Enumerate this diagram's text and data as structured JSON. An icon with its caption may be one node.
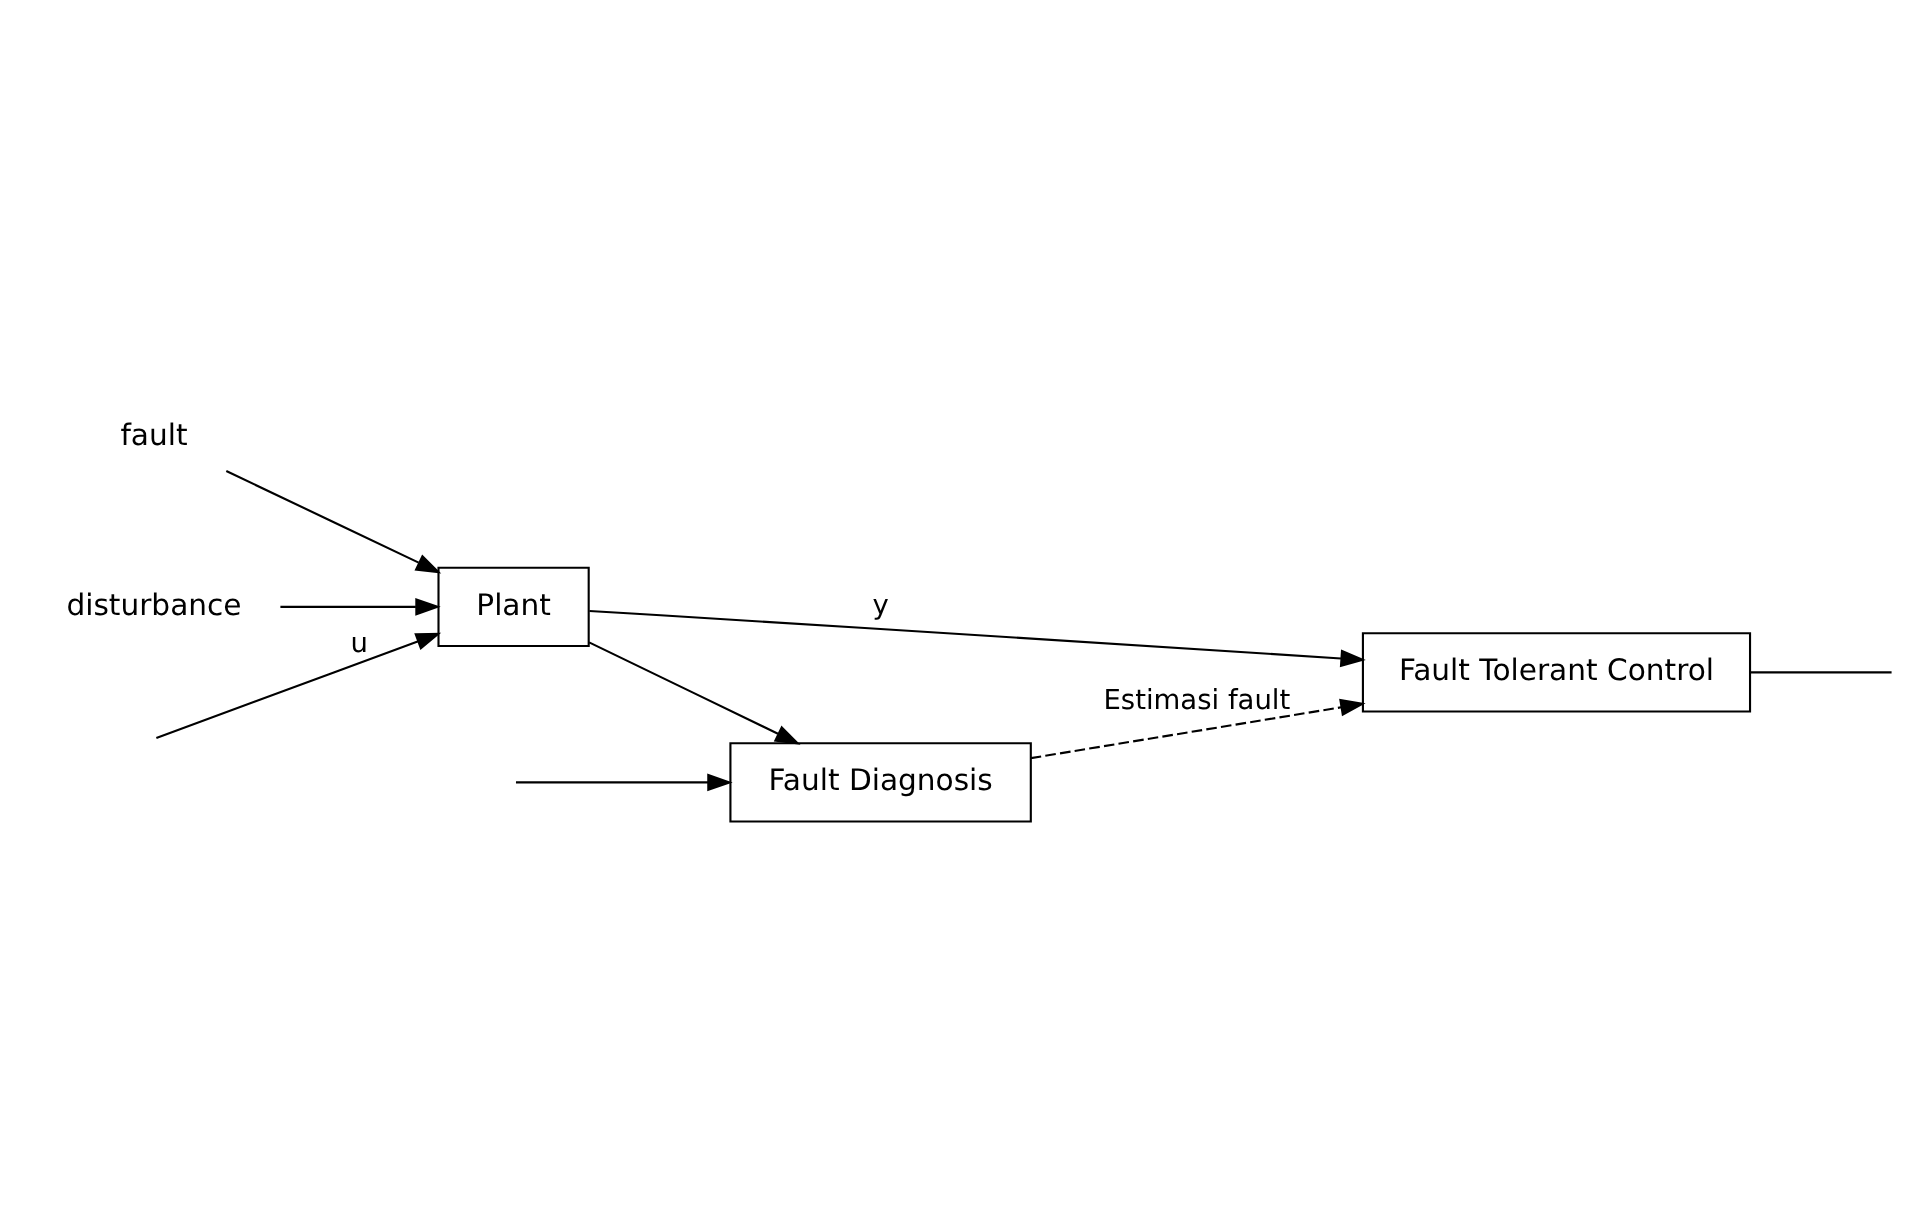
{
  "diagram": {
    "nodes": [
      {
        "text": [
          "fault"
        ]
      },
      {
        "text": [
          "disturbance"
        ]
      },
      {
        "text": [
          "Plant"
        ]
      },
      {
        "text": [
          "Fault Tolerant Control"
        ]
      },
      {
        "text": [
          "Fault Diagnosis"
        ]
      }
    ],
    "edges": [
      {
        "from": 0,
        "to": 2,
        "arrow": "to"
      },
      {
        "from": 1,
        "to": 2,
        "arrow": "to"
      },
      {
        "from": null,
        "to": 2,
        "arrow": "to",
        "label": "u"
      },
      {
        "from": null,
        "to": 4,
        "arrow": "to"
      },
      {
        "from": 2,
        "to": 3,
        "arrow": "to",
        "label": "y"
      },
      {
        "from": 2,
        "to": 4,
        "arrow": "to"
      },
      {
        "from": 3,
        "to": null,
        "arrow": "none"
      },
      {
        "from": 4,
        "to": 3,
        "arrow": "to",
        "style": "dashed",
        "label": "Estimasi fault"
      }
    ]
  }
}
